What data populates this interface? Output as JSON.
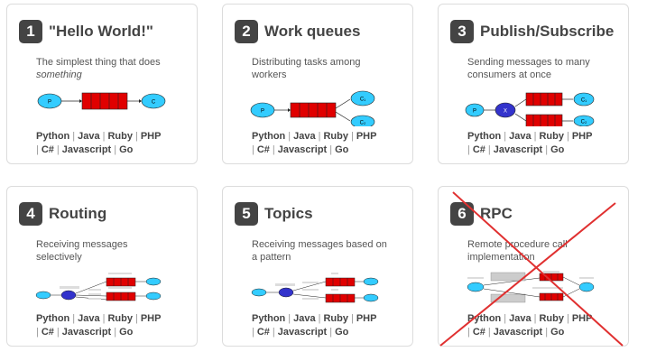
{
  "tutorials": [
    {
      "number": "1",
      "title": "\"Hello World!\"",
      "desc_line1": "The simplest thing that does",
      "desc_line2": "something",
      "diagram": {
        "producer": "P",
        "consumer": "C"
      }
    },
    {
      "number": "2",
      "title": "Work queues",
      "desc_line1": "Distributing tasks among",
      "desc_line2": "workers",
      "diagram": {
        "producer": "P",
        "consumer1": "C₁",
        "consumer2": "C₂"
      }
    },
    {
      "number": "3",
      "title": "Publish/Subscribe",
      "desc_line1": "Sending messages to many",
      "desc_line2": "consumers at once",
      "diagram": {
        "producer": "P",
        "exchange": "X",
        "consumer1": "C₁",
        "consumer2": "C₂"
      }
    },
    {
      "number": "4",
      "title": "Routing",
      "desc_line1": "Receiving messages",
      "desc_line2": "selectively"
    },
    {
      "number": "5",
      "title": "Topics",
      "desc_line1": "Receiving messages based on",
      "desc_line2": "a pattern"
    },
    {
      "number": "6",
      "title": "RPC",
      "desc_line1": "Remote procedure call",
      "desc_line2": "implementation"
    }
  ],
  "languages": [
    "Python",
    "Java",
    "Ruby",
    "PHP",
    "C#",
    "Javascript",
    "Go"
  ],
  "colors": {
    "badge": "#444444",
    "queue": "#e00000",
    "node": "#33ccff",
    "exchange": "#3333cc",
    "cross": "#e03030"
  }
}
